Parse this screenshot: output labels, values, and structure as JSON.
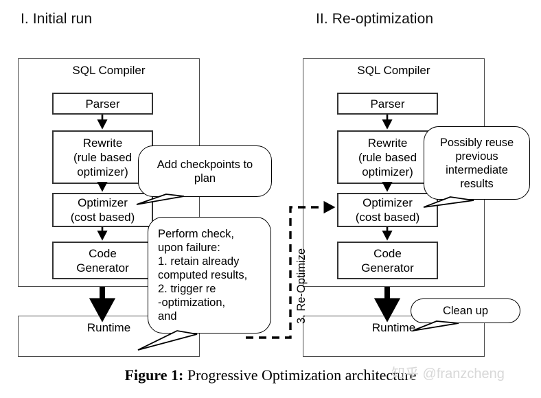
{
  "figure": {
    "caption_prefix": "Figure 1:",
    "caption_text": " Progressive Optimization architecture",
    "watermark": "知乎 @franzcheng"
  },
  "panels": [
    {
      "id": "initial-run",
      "title": "I. Initial run",
      "compiler_label": "SQL Compiler",
      "stages": [
        {
          "id": "parser",
          "label": "Parser"
        },
        {
          "id": "rewrite",
          "label": "Rewrite\n(rule based\noptimizer)"
        },
        {
          "id": "optimizer",
          "label": "Optimizer\n(cost based)"
        },
        {
          "id": "codegen",
          "label": "Code\nGenerator"
        }
      ],
      "runtime_label": "Runtime",
      "callouts": [
        {
          "id": "add-checkpoints",
          "text": "Add checkpoints to\nplan"
        },
        {
          "id": "perform-check",
          "text": "Perform check,\nupon failure:\n   1. retain already\n   computed results,\n   2. trigger re\n     -optimization,\n     and"
        }
      ]
    },
    {
      "id": "re-optimization",
      "title": "II. Re-optimization",
      "compiler_label": "SQL Compiler",
      "stages": [
        {
          "id": "parser",
          "label": "Parser"
        },
        {
          "id": "rewrite",
          "label": "Rewrite\n(rule based\noptimizer)"
        },
        {
          "id": "optimizer",
          "label": "Optimizer\n(cost based)"
        },
        {
          "id": "codegen",
          "label": "Code\nGenerator"
        }
      ],
      "runtime_label": "Runtime",
      "callouts": [
        {
          "id": "possibly-reuse",
          "text": "Possibly reuse\nprevious\nintermediate\nresults"
        },
        {
          "id": "clean-up",
          "text": "Clean up"
        }
      ]
    }
  ],
  "connector": {
    "reoptimize_label": "3. Re-Optimize"
  },
  "colors": {
    "stroke": "#000000",
    "box_stroke": "#4a4a4a",
    "background": "#ffffff",
    "watermark": "#d8d8d8"
  }
}
